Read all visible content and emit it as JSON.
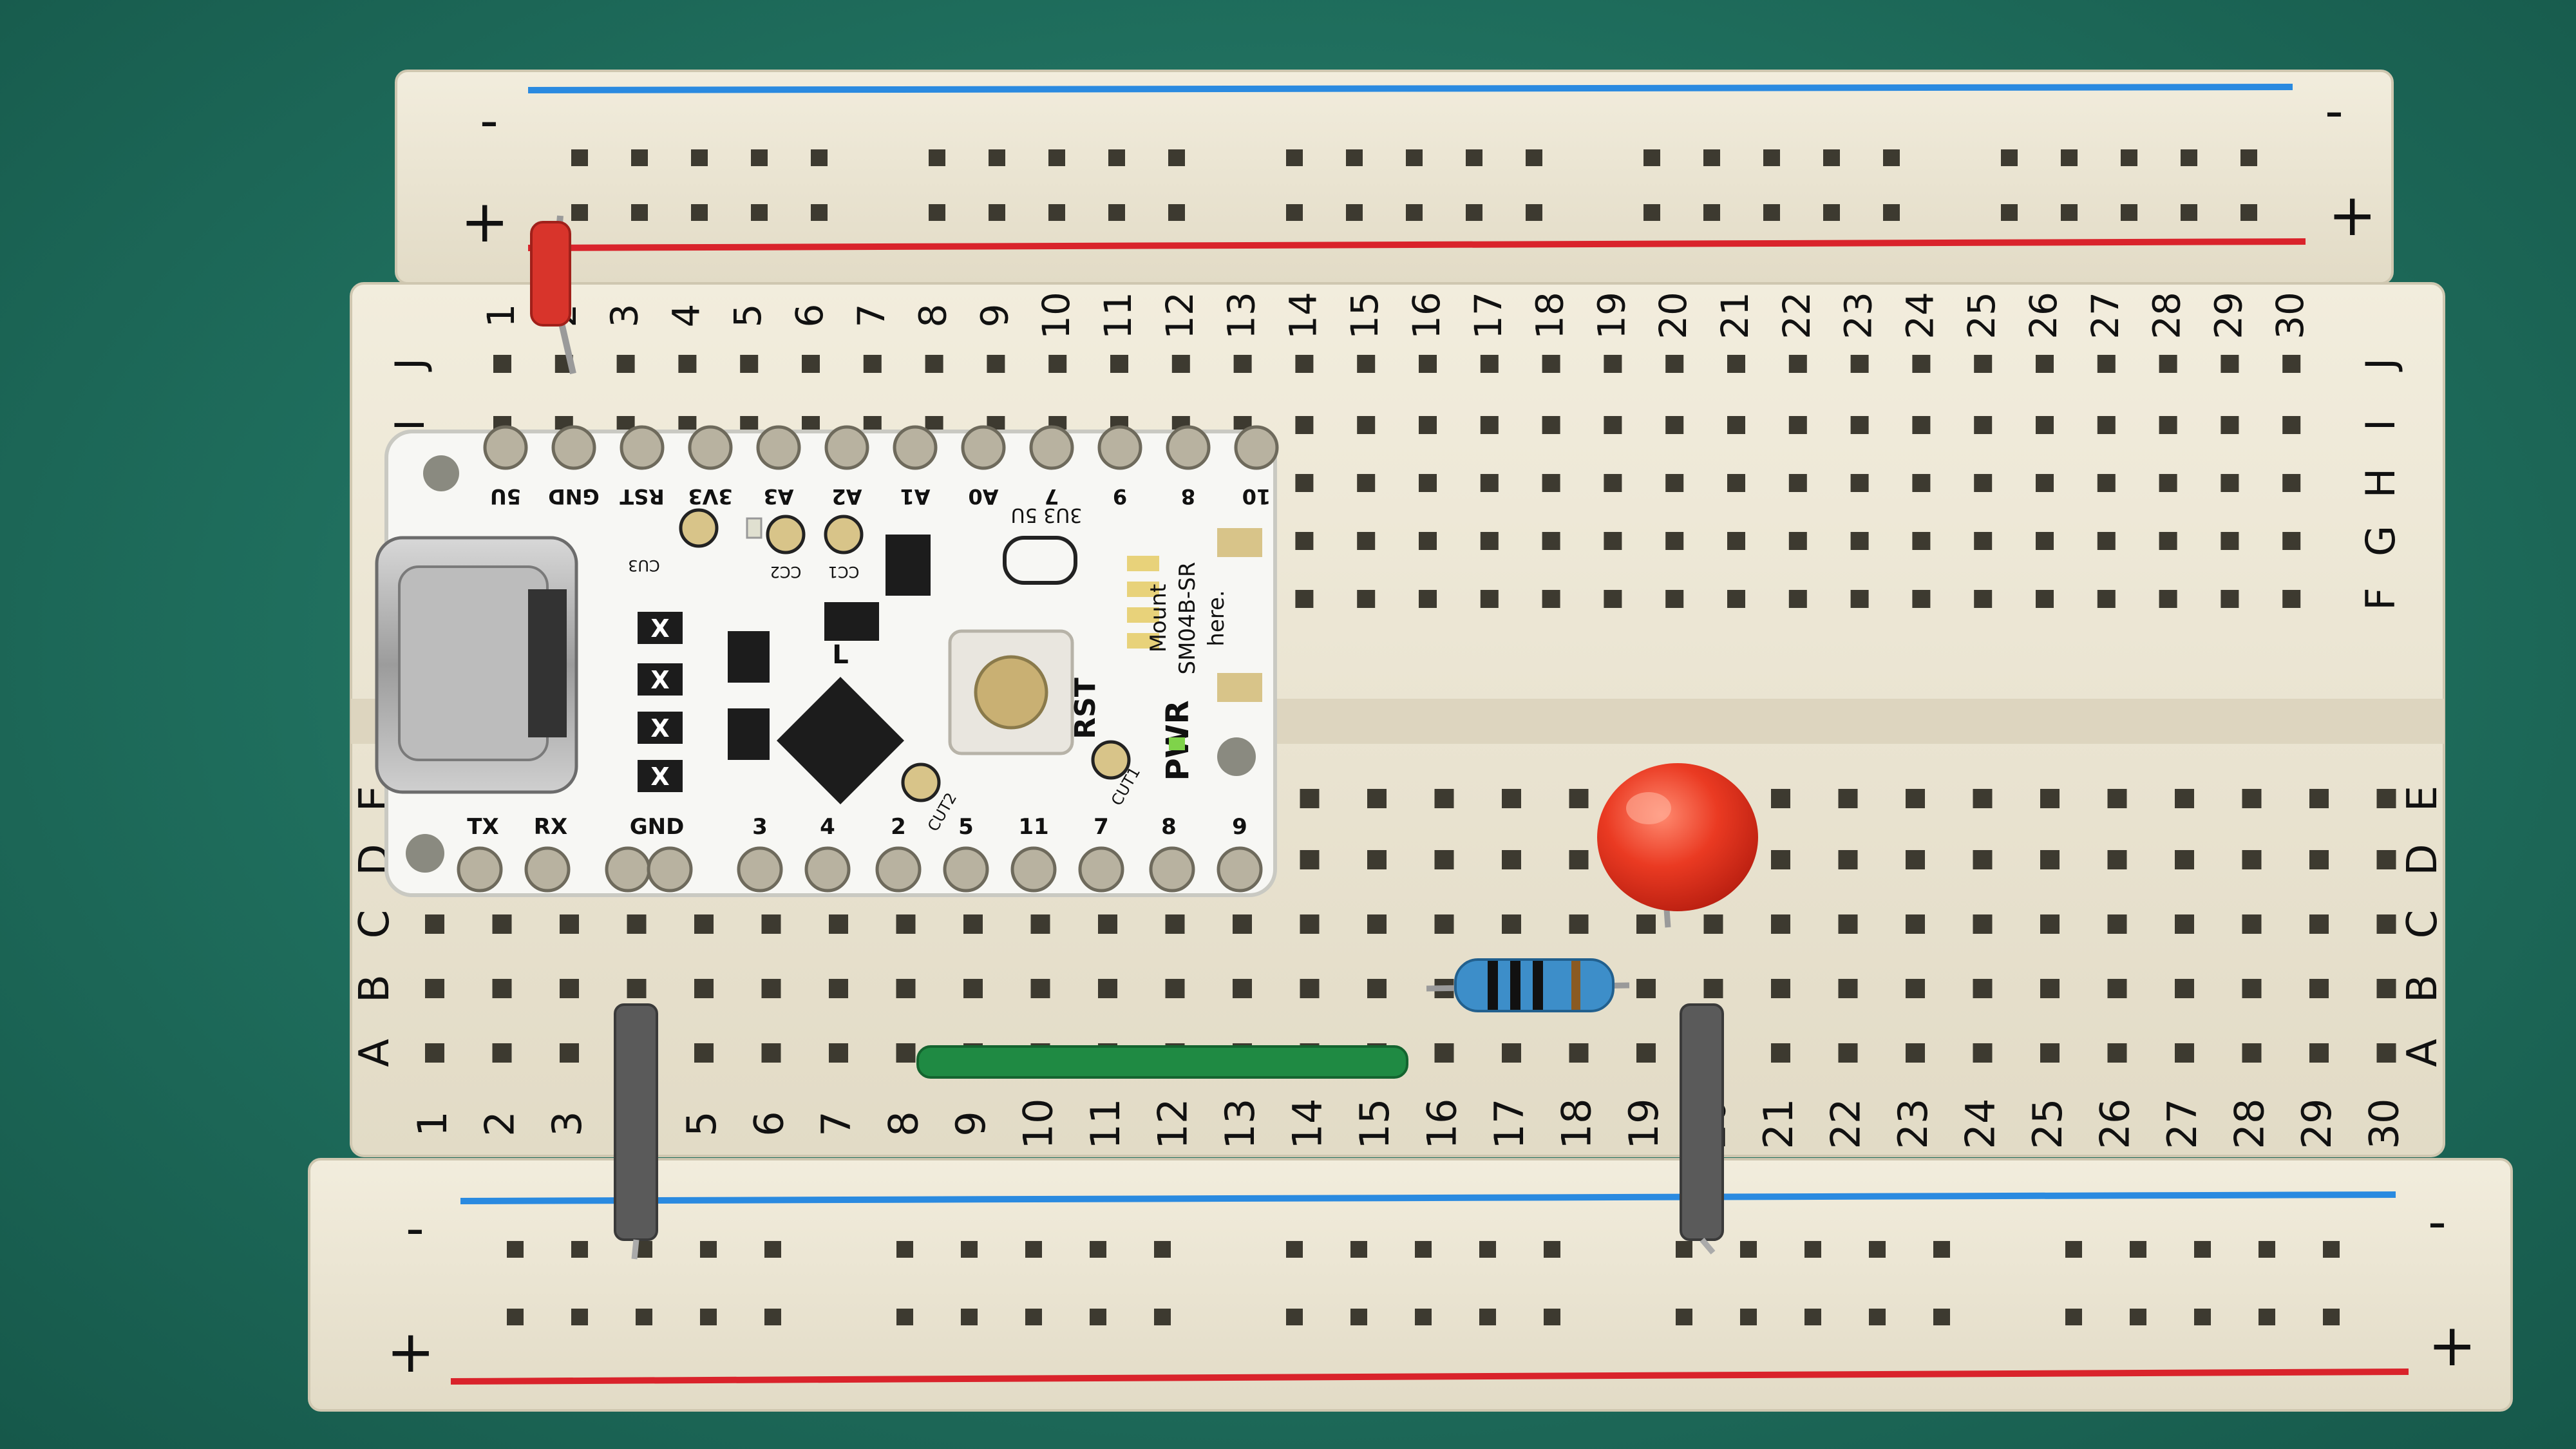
{
  "breadboard": {
    "columns": [
      "1",
      "2",
      "3",
      "4",
      "5",
      "6",
      "7",
      "8",
      "9",
      "10",
      "11",
      "12",
      "13",
      "14",
      "15",
      "16",
      "17",
      "18",
      "19",
      "20",
      "21",
      "22",
      "23",
      "24",
      "25",
      "26",
      "27",
      "28",
      "29",
      "30"
    ],
    "top_rows": [
      "J",
      "I",
      "H",
      "G",
      "F"
    ],
    "bottom_rows": [
      "E",
      "D",
      "C",
      "B",
      "A"
    ],
    "rail_minus": "-",
    "rail_plus": "+"
  },
  "board": {
    "top_pins": [
      "5U",
      "GND",
      "RST",
      "3V3",
      "A3",
      "A2",
      "A1",
      "A0",
      "7",
      "9",
      "8",
      "10"
    ],
    "bottom_pins": [
      "TX",
      "RX",
      "GND",
      "3",
      "4",
      "2",
      "5",
      "11",
      "7",
      "8",
      "9"
    ],
    "silkscreen": {
      "label_3v3_5v": "3U3 5U",
      "cu3": "CU3",
      "cc1": "CC1",
      "cc2": "CC2",
      "mount": "Mount",
      "part": "SM04B-SR",
      "here": "here.",
      "pwr": "PWR",
      "rst": "RST",
      "l": "L",
      "cut1": "CUT1",
      "cut2": "CUT2",
      "x": "X"
    }
  },
  "colors": {
    "rail_blue": "#2a8ae0",
    "rail_red": "#d9232b",
    "breadboard": "#ece6d4",
    "led": "#e8321e",
    "wire_green": "#1f8a43",
    "wire_gray": "#555555",
    "wire_red": "#d8342b"
  }
}
